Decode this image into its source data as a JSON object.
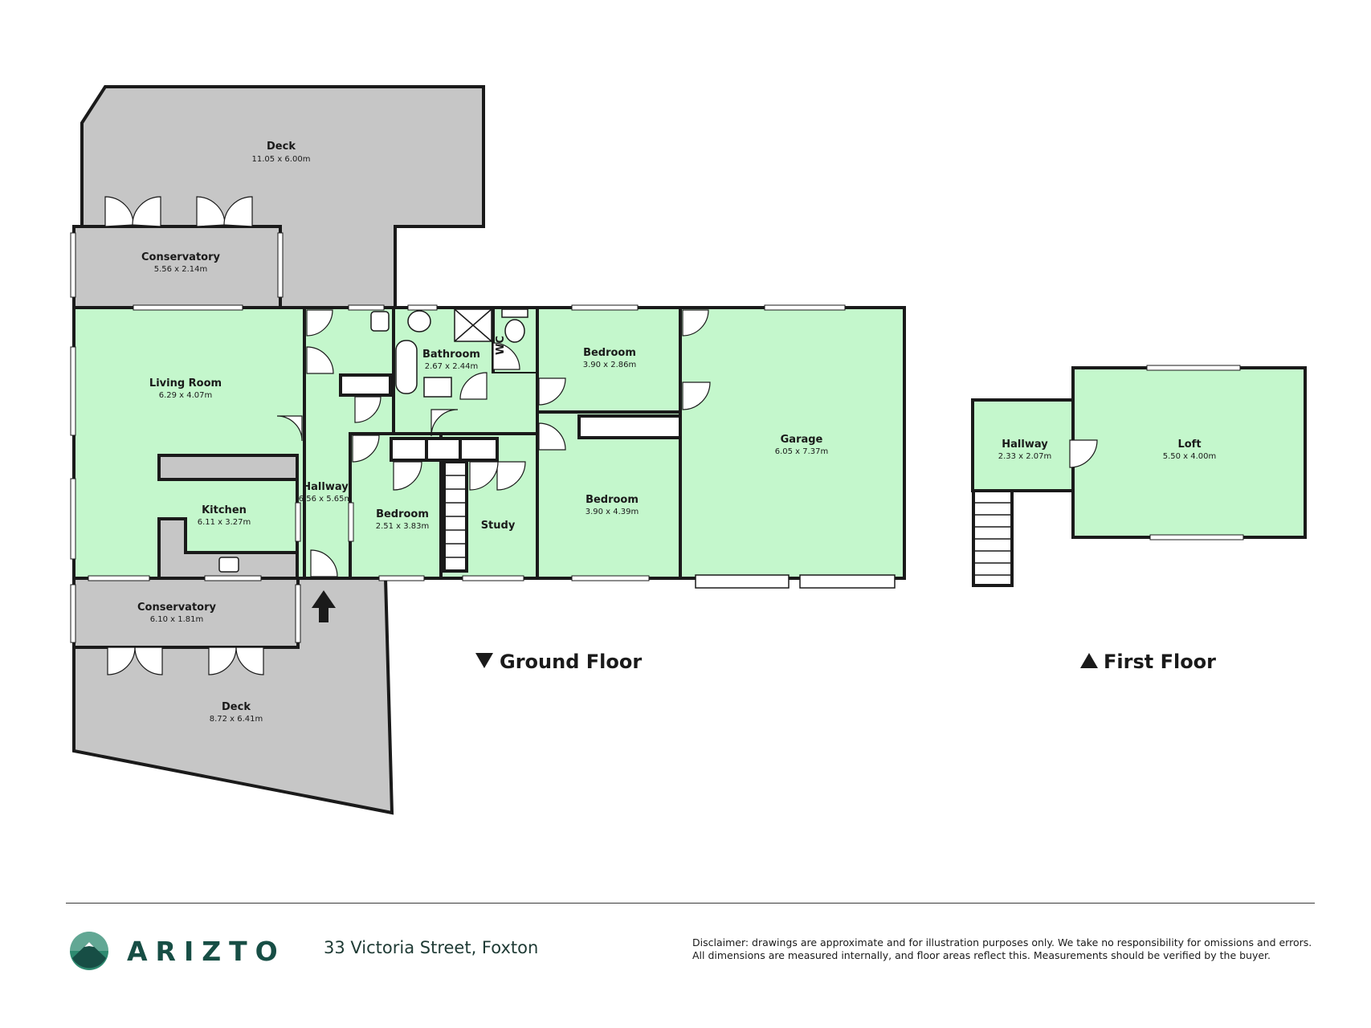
{
  "colors": {
    "room_fill": "#c4f7cc",
    "outdoor_fill": "#c6c6c6",
    "wall": "#1a1a1a",
    "brand": "#174e45"
  },
  "ground_floor": {
    "label": "Ground Floor",
    "rooms": {
      "deck_top": {
        "name": "Deck",
        "dims": "11.05 x 6.00m"
      },
      "conservatory_top": {
        "name": "Conservatory",
        "dims": "5.56 x 2.14m"
      },
      "living_room": {
        "name": "Living Room",
        "dims": "6.29 x 4.07m"
      },
      "kitchen": {
        "name": "Kitchen",
        "dims": "6.11 x 3.27m"
      },
      "hallway": {
        "name": "Hallway",
        "dims": "6.56 x 5.65m"
      },
      "bathroom": {
        "name": "Bathroom",
        "dims": "2.67 x 2.44m"
      },
      "wc": {
        "name": "WC"
      },
      "bedroom_1": {
        "name": "Bedroom",
        "dims": "2.51 x 3.83m"
      },
      "study": {
        "name": "Study"
      },
      "bedroom_2": {
        "name": "Bedroom",
        "dims": "3.90 x 2.86m"
      },
      "bedroom_3": {
        "name": "Bedroom",
        "dims": "3.90 x 4.39m"
      },
      "garage": {
        "name": "Garage",
        "dims": "6.05 x 7.37m"
      },
      "conservatory_bottom": {
        "name": "Conservatory",
        "dims": "6.10 x 1.81m"
      },
      "deck_bottom": {
        "name": "Deck",
        "dims": "8.72 x 6.41m"
      }
    }
  },
  "first_floor": {
    "label": "First Floor",
    "rooms": {
      "hallway": {
        "name": "Hallway",
        "dims": "2.33 x 2.07m"
      },
      "loft": {
        "name": "Loft",
        "dims": "5.50 x 4.00m"
      }
    }
  },
  "footer": {
    "brand": "ARIZTO",
    "address": "33 Victoria Street, Foxton",
    "disclaimer_line1": "Disclaimer: drawings are approximate and for illustration purposes only. We take no responsibility for omissions and errors.",
    "disclaimer_line2": "All dimensions are measured internally, and floor areas reflect this. Measurements should be verified by the buyer."
  }
}
